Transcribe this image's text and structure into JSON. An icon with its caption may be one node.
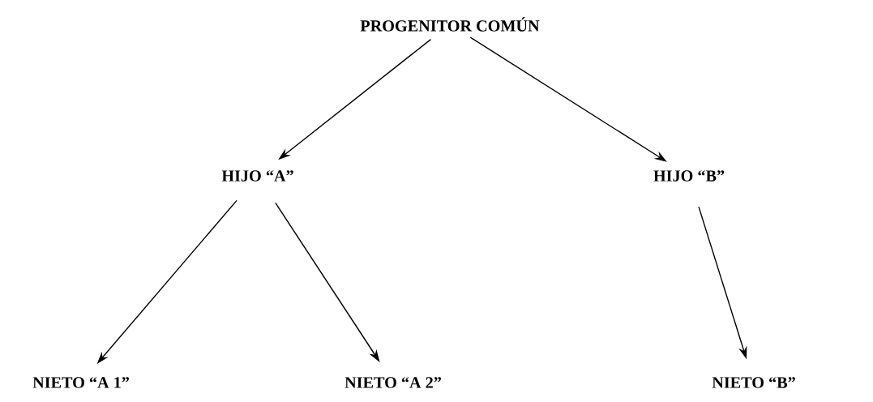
{
  "diagram": {
    "nodes": [
      {
        "text": [
          "PROGENITOR COMÚN"
        ]
      },
      {
        "text": [
          "HIJO “A”"
        ]
      },
      {
        "text": [
          "HIJO “B”"
        ]
      },
      {
        "text": [
          "NIETO “A 1”"
        ]
      },
      {
        "text": [
          "NIETO “A 2”"
        ]
      },
      {
        "text": [
          "NIETO “B”"
        ]
      }
    ],
    "edges": [
      {
        "from": 0,
        "to": 1,
        "arrow": "to"
      },
      {
        "from": 0,
        "to": 2,
        "arrow": "to"
      },
      {
        "from": 1,
        "to": 3,
        "arrow": "to"
      },
      {
        "from": 1,
        "to": 4,
        "arrow": "to"
      },
      {
        "from": 2,
        "to": 5,
        "arrow": "to"
      }
    ]
  }
}
